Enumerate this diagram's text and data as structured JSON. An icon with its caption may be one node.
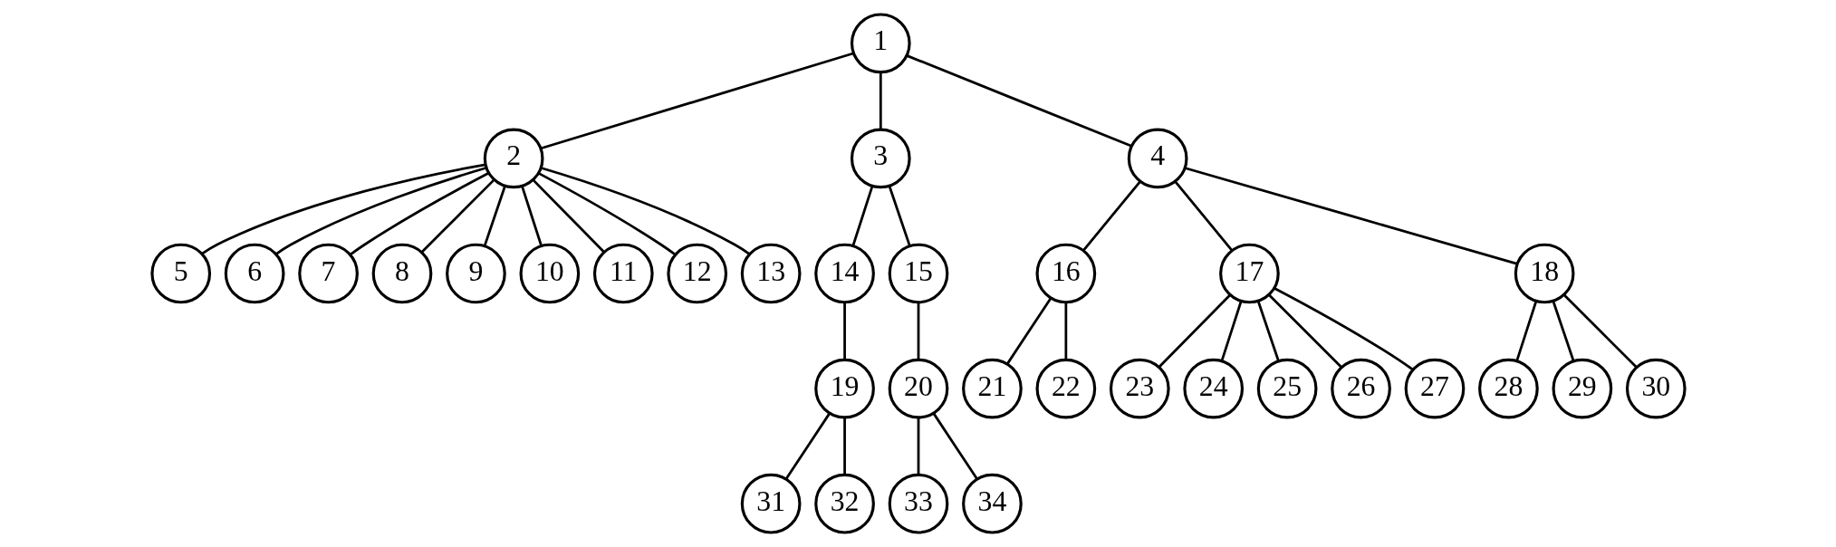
{
  "diagram": {
    "nodes": [
      {
        "text": [
          "1"
        ]
      },
      {
        "text": [
          "2"
        ]
      },
      {
        "text": [
          "3"
        ]
      },
      {
        "text": [
          "4"
        ]
      },
      {
        "text": [
          "5"
        ]
      },
      {
        "text": [
          "6"
        ]
      },
      {
        "text": [
          "7"
        ]
      },
      {
        "text": [
          "8"
        ]
      },
      {
        "text": [
          "9"
        ]
      },
      {
        "text": [
          "10"
        ]
      },
      {
        "text": [
          "11"
        ]
      },
      {
        "text": [
          "12"
        ]
      },
      {
        "text": [
          "13"
        ]
      },
      {
        "text": [
          "14"
        ]
      },
      {
        "text": [
          "15"
        ]
      },
      {
        "text": [
          "16"
        ]
      },
      {
        "text": [
          "17"
        ]
      },
      {
        "text": [
          "18"
        ]
      },
      {
        "text": [
          "19"
        ]
      },
      {
        "text": [
          "20"
        ]
      },
      {
        "text": [
          "21"
        ]
      },
      {
        "text": [
          "22"
        ]
      },
      {
        "text": [
          "23"
        ]
      },
      {
        "text": [
          "24"
        ]
      },
      {
        "text": [
          "25"
        ]
      },
      {
        "text": [
          "26"
        ]
      },
      {
        "text": [
          "27"
        ]
      },
      {
        "text": [
          "28"
        ]
      },
      {
        "text": [
          "29"
        ]
      },
      {
        "text": [
          "30"
        ]
      },
      {
        "text": [
          "31"
        ]
      },
      {
        "text": [
          "32"
        ]
      },
      {
        "text": [
          "33"
        ]
      },
      {
        "text": [
          "34"
        ]
      }
    ],
    "edges": [
      {
        "from": 0,
        "to": 1,
        "arrow": "none"
      },
      {
        "from": 0,
        "to": 2,
        "arrow": "none"
      },
      {
        "from": 0,
        "to": 3,
        "arrow": "none"
      },
      {
        "from": 1,
        "to": 4,
        "arrow": "none"
      },
      {
        "from": 1,
        "to": 5,
        "arrow": "none"
      },
      {
        "from": 1,
        "to": 6,
        "arrow": "none"
      },
      {
        "from": 1,
        "to": 7,
        "arrow": "none"
      },
      {
        "from": 1,
        "to": 8,
        "arrow": "none"
      },
      {
        "from": 1,
        "to": 9,
        "arrow": "none"
      },
      {
        "from": 1,
        "to": 10,
        "arrow": "none"
      },
      {
        "from": 1,
        "to": 11,
        "arrow": "none"
      },
      {
        "from": 1,
        "to": 12,
        "arrow": "none"
      },
      {
        "from": 2,
        "to": 13,
        "arrow": "none"
      },
      {
        "from": 2,
        "to": 14,
        "arrow": "none"
      },
      {
        "from": 3,
        "to": 15,
        "arrow": "none"
      },
      {
        "from": 3,
        "to": 16,
        "arrow": "none"
      },
      {
        "from": 3,
        "to": 17,
        "arrow": "none"
      },
      {
        "from": 13,
        "to": 18,
        "arrow": "none"
      },
      {
        "from": 14,
        "to": 19,
        "arrow": "none"
      },
      {
        "from": 15,
        "to": 20,
        "arrow": "none"
      },
      {
        "from": 15,
        "to": 21,
        "arrow": "none"
      },
      {
        "from": 16,
        "to": 22,
        "arrow": "none"
      },
      {
        "from": 16,
        "to": 23,
        "arrow": "none"
      },
      {
        "from": 16,
        "to": 24,
        "arrow": "none"
      },
      {
        "from": 16,
        "to": 25,
        "arrow": "none"
      },
      {
        "from": 16,
        "to": 26,
        "arrow": "none"
      },
      {
        "from": 17,
        "to": 27,
        "arrow": "none"
      },
      {
        "from": 17,
        "to": 28,
        "arrow": "none"
      },
      {
        "from": 17,
        "to": 29,
        "arrow": "none"
      },
      {
        "from": 18,
        "to": 30,
        "arrow": "none"
      },
      {
        "from": 18,
        "to": 31,
        "arrow": "none"
      },
      {
        "from": 19,
        "to": 32,
        "arrow": "none"
      },
      {
        "from": 19,
        "to": 33,
        "arrow": "none"
      }
    ]
  }
}
